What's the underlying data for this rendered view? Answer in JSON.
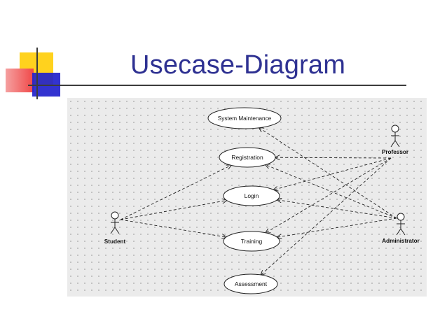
{
  "slide": {
    "title": "Usecase-Diagram",
    "colors": {
      "title": "#2e3192",
      "deco_yellow": "#ffd21e",
      "deco_red": "#f04848",
      "deco_blue": "#2222cc"
    }
  },
  "diagram": {
    "actors": [
      {
        "id": "student",
        "name": "Student"
      },
      {
        "id": "professor",
        "name": "Professor"
      },
      {
        "id": "administrator",
        "name": "Administrator"
      }
    ],
    "use_cases": [
      {
        "id": "system-maintenance",
        "name": "System Maintenance"
      },
      {
        "id": "registration",
        "name": "Registration"
      },
      {
        "id": "login",
        "name": "Login"
      },
      {
        "id": "training",
        "name": "Training"
      },
      {
        "id": "assessment",
        "name": "Assessment"
      }
    ],
    "associations": [
      {
        "from": "student",
        "to": "registration"
      },
      {
        "from": "student",
        "to": "login"
      },
      {
        "from": "student",
        "to": "training"
      },
      {
        "from": "professor",
        "to": "registration"
      },
      {
        "from": "professor",
        "to": "login"
      },
      {
        "from": "professor",
        "to": "training"
      },
      {
        "from": "professor",
        "to": "assessment"
      },
      {
        "from": "administrator",
        "to": "system-maintenance"
      },
      {
        "from": "administrator",
        "to": "registration"
      },
      {
        "from": "administrator",
        "to": "login"
      },
      {
        "from": "administrator",
        "to": "training"
      }
    ]
  }
}
